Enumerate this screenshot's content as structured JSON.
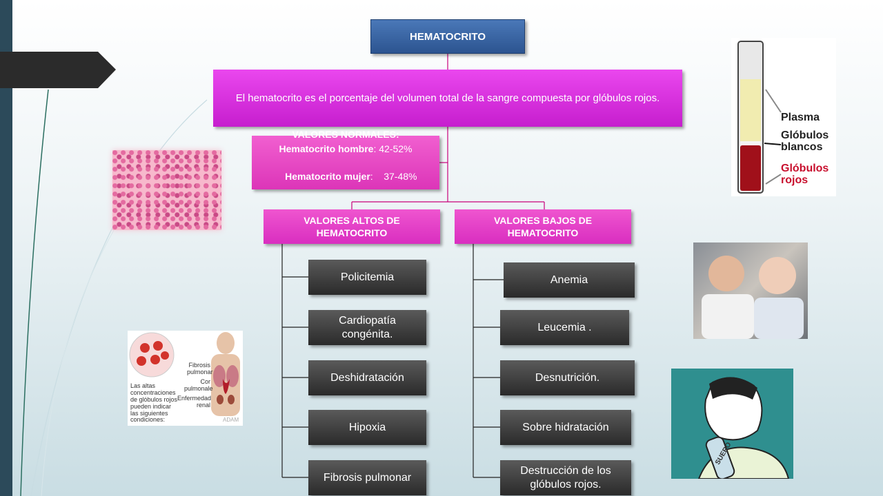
{
  "diagram": {
    "title": "HEMATOCRITO",
    "definition": "El hematocrito es el porcentaje del volumen total de la sangre compuesta por glóbulos rojos.",
    "normal_values": {
      "header": "VALORES NORMALES:",
      "male_label": "Hematocrito hombre",
      "male_value": ": 42-52%",
      "female_label": "Hematocrito mujer",
      "female_value": ":    37-48%"
    },
    "high": {
      "header": "VALORES ALTOS DE HEMATOCRITO",
      "items": [
        "Policitemia",
        "Cardiopatía congénita.",
        "Deshidratación",
        "Hipoxia",
        "Fibrosis pulmonar"
      ]
    },
    "low": {
      "header": "VALORES BAJOS DE HEMATOCRITO",
      "items": [
        "Anemia",
        "Leucemia .",
        "Desnutrición.",
        "Sobre hidratación",
        "Destrucción de los glóbulos rojos."
      ]
    }
  },
  "images": {
    "tube": {
      "labels": [
        "Plasma",
        "Glóbulos blancos",
        "Glóbulos rojos"
      ]
    },
    "lungs": {
      "labels": [
        "Fibrosis pulmonar",
        "Cor pulmonale",
        "Enfermedad renal"
      ],
      "caption": "Las altas concentraciones de glóbulos rojos pueden indicar las siguientes condiciones:",
      "watermark": "ADAM"
    },
    "boy": {
      "bottle_label": "SUERO"
    }
  },
  "colors": {
    "title_blue": "#2c5490",
    "definition_magenta": "#c61ece",
    "category_pink": "#d92ec0",
    "item_dark": "#2a2a2a",
    "connector": "#c8007a"
  }
}
